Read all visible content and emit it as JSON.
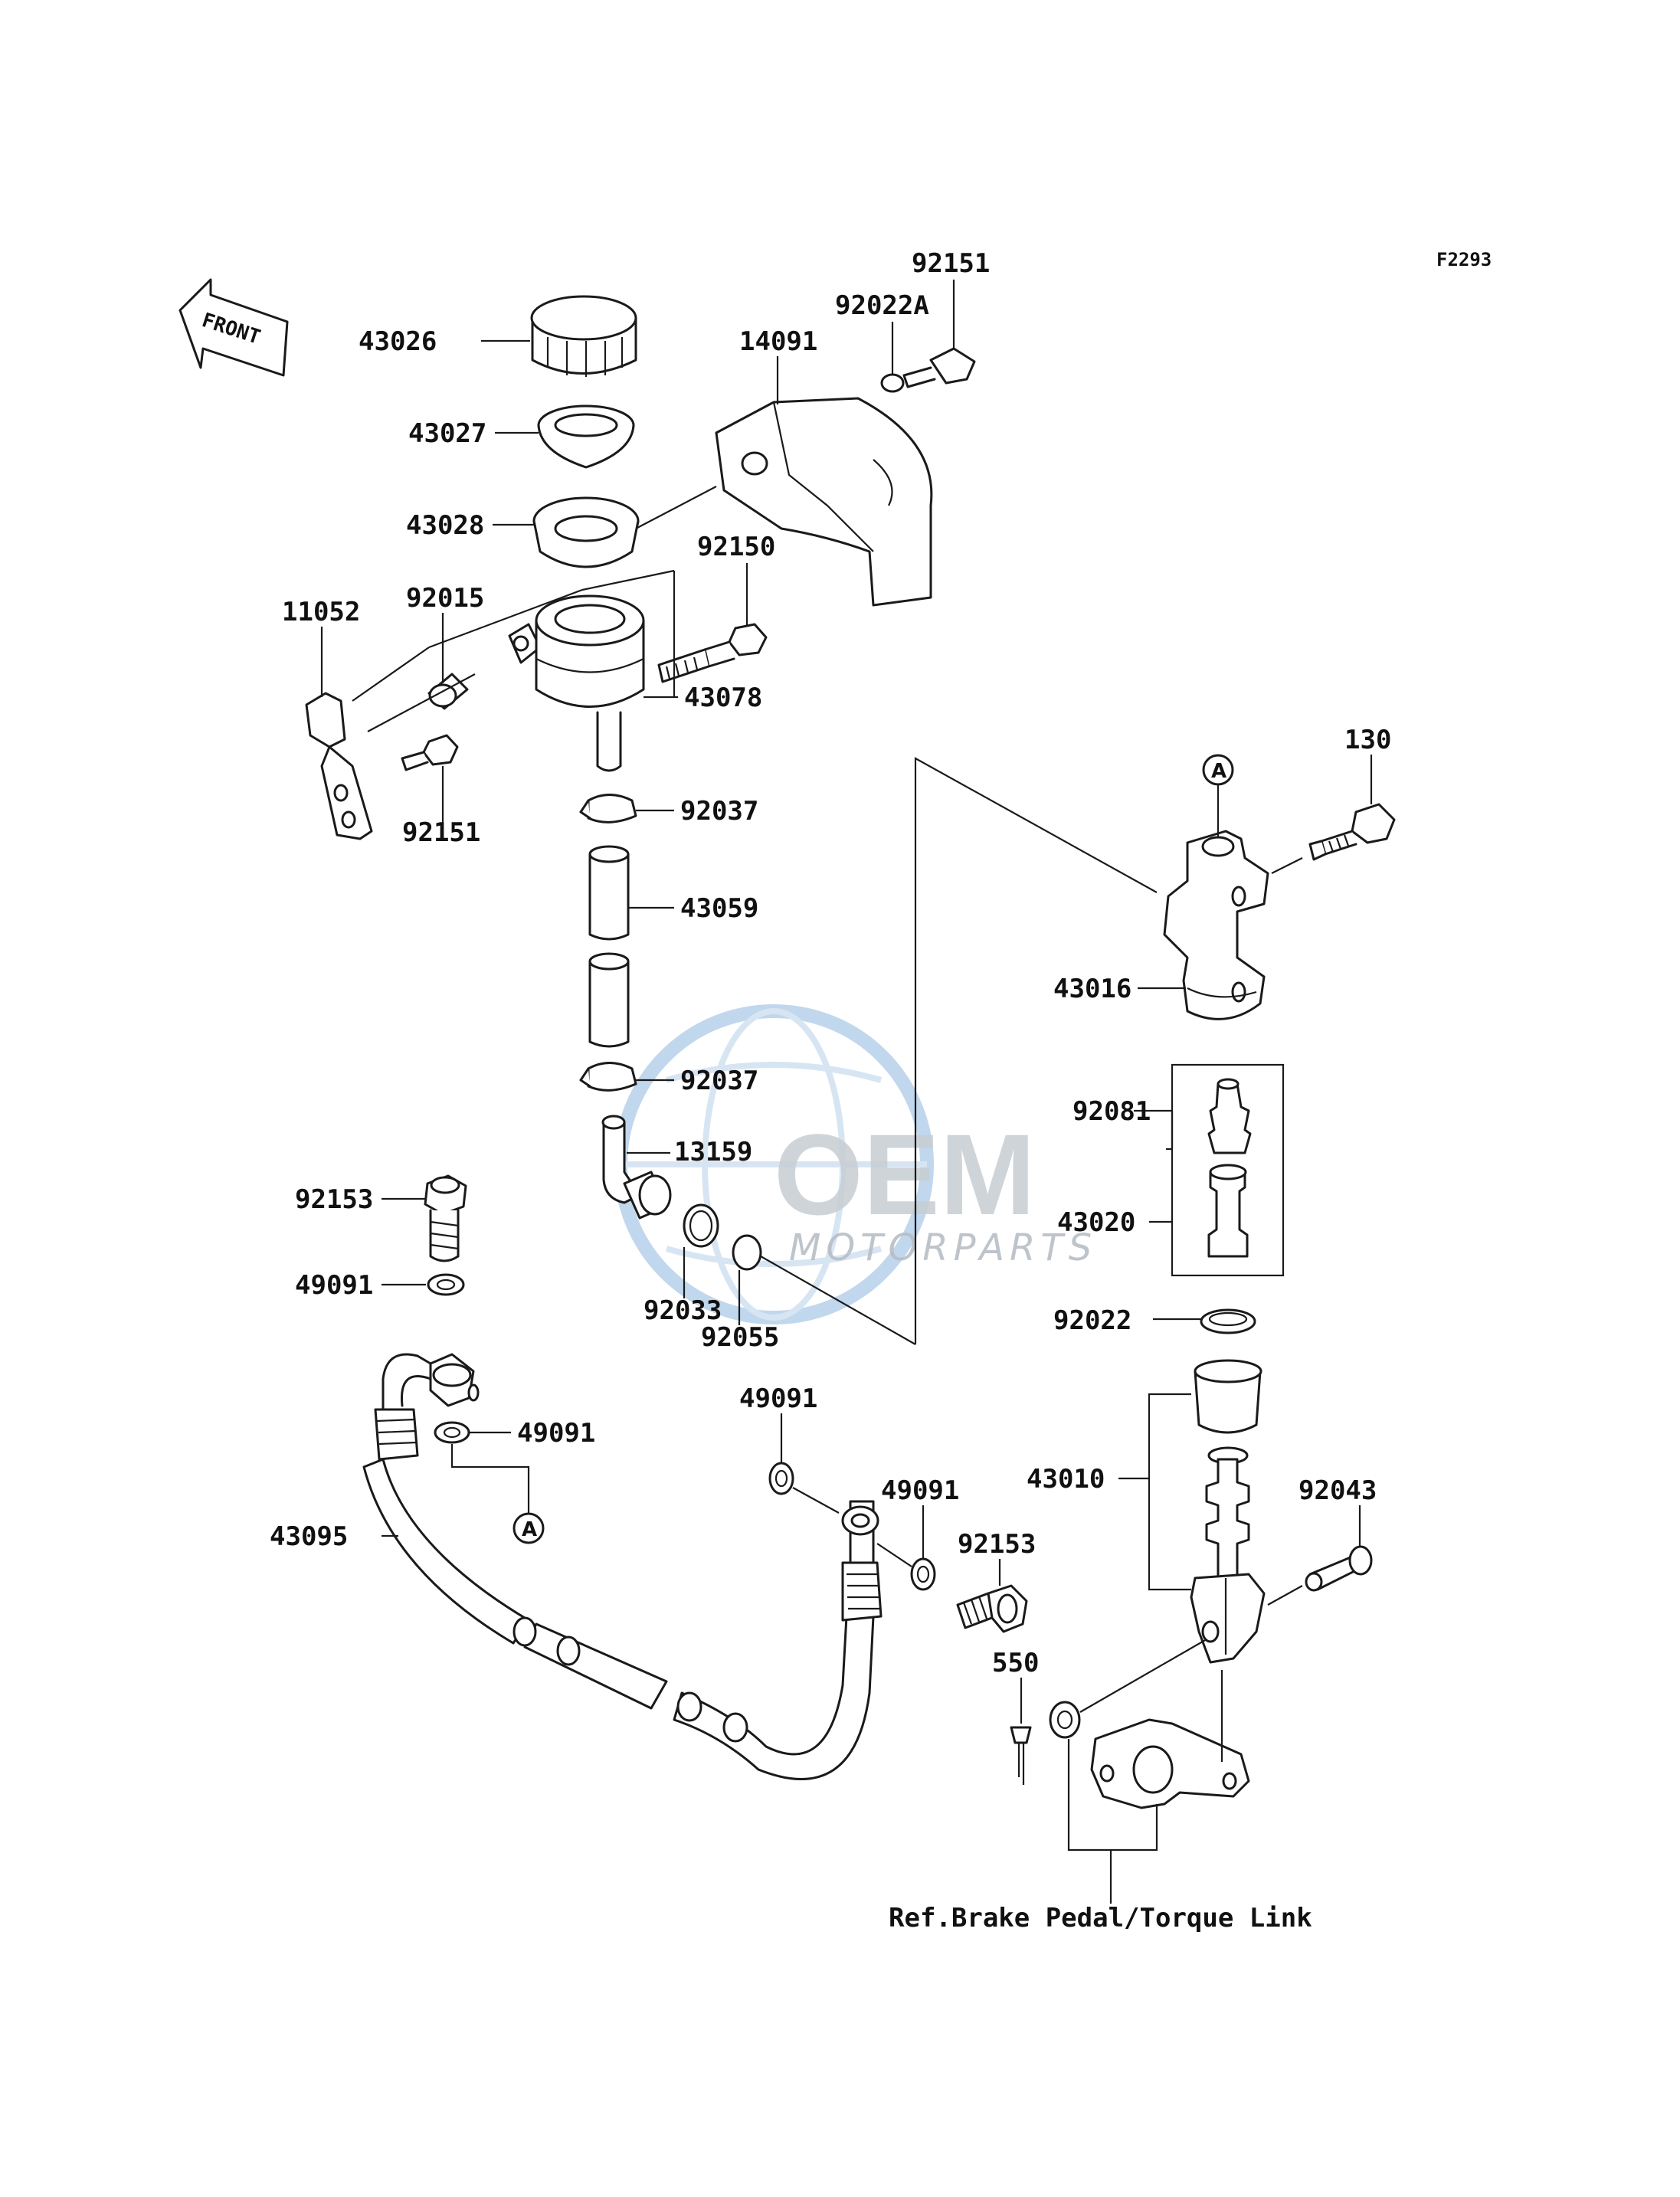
{
  "diagram_code": "F2293",
  "front_arrow_label": "FRONT",
  "reference_note": "Ref.Brake Pedal/Torque Link",
  "connection_marker": "A",
  "watermark": {
    "brand": "OEM",
    "tagline": "MOTORPARTS",
    "globe_color": "#8fb7e0",
    "text_color": "#c7cdd3"
  },
  "parts": {
    "p43026": "43026",
    "p43027": "43027",
    "p43028": "43028",
    "p14091": "14091",
    "p92022A": "92022A",
    "p92151_top": "92151",
    "p92150": "92150",
    "p92015": "92015",
    "p11052": "11052",
    "p43078": "43078",
    "p92151_bottom": "92151",
    "p92037_top": "92037",
    "p43059": "43059",
    "p92037_bottom": "92037",
    "p13159": "13159",
    "p92033": "92033",
    "p92055": "92055",
    "p130": "130",
    "p43016": "43016",
    "p92081": "92081",
    "p43020": "43020",
    "p92022": "92022",
    "p43010": "43010",
    "p92043": "92043",
    "p92153_left": "92153",
    "p49091_a": "49091",
    "p49091_b": "49091",
    "p43095": "43095",
    "p49091_c": "49091",
    "p49091_d": "49091",
    "p92153_right": "92153",
    "p550": "550"
  }
}
